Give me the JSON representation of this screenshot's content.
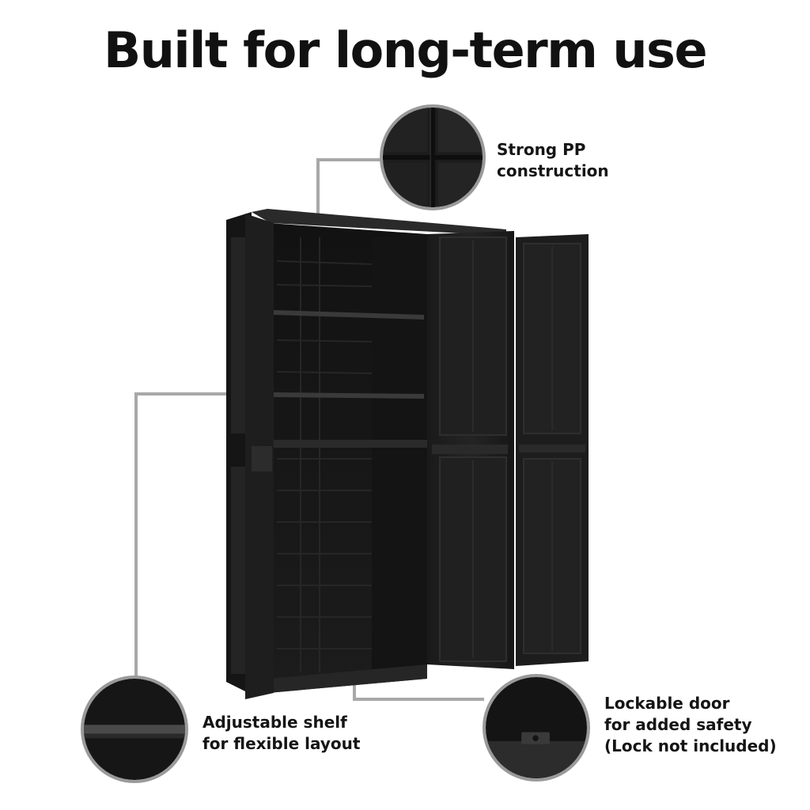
{
  "headline": "Built for long-term use",
  "callouts": {
    "construction": [
      "Strong PP",
      "construction"
    ],
    "shelf": [
      "Adjustable shelf",
      "for flexible layout"
    ],
    "lock": [
      "Lockable door",
      "for added safety",
      "(Lock not included)"
    ]
  },
  "colors": {
    "background": "#ffffff",
    "cabinet": "#1b1b1b",
    "leader_line": "#a8a8a8",
    "circle_border": "#9a9a9a",
    "text": "#151515"
  },
  "icons": [
    "door-joint-detail",
    "shelf-detail",
    "lock-hasp-detail"
  ]
}
